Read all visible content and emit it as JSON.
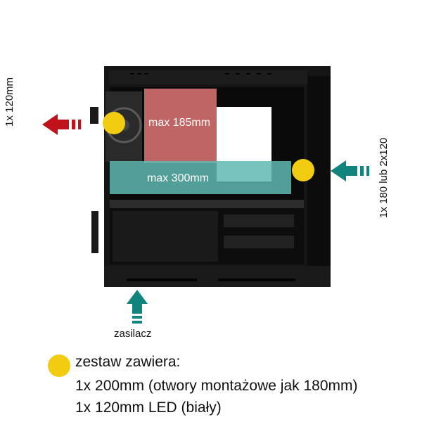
{
  "labels": {
    "left_fan": "1x 120mm",
    "right_fan": "1x 180 lub 2x120",
    "psu": "zasilacz",
    "zone_red": "max 185mm",
    "zone_teal": "max 300mm"
  },
  "legend": {
    "title": "zestaw zawiera:",
    "items": [
      "1x 200mm (otwory montażowe jak 180mm)",
      "1x 120mm LED (biały)"
    ]
  },
  "colors": {
    "red_arrow": "#c0121b",
    "teal_arrow": "#11847e",
    "red_zone": "#e07676",
    "teal_zone": "#5fb8b3",
    "yellow_dot": "#f2cc11",
    "case": "#141414"
  }
}
